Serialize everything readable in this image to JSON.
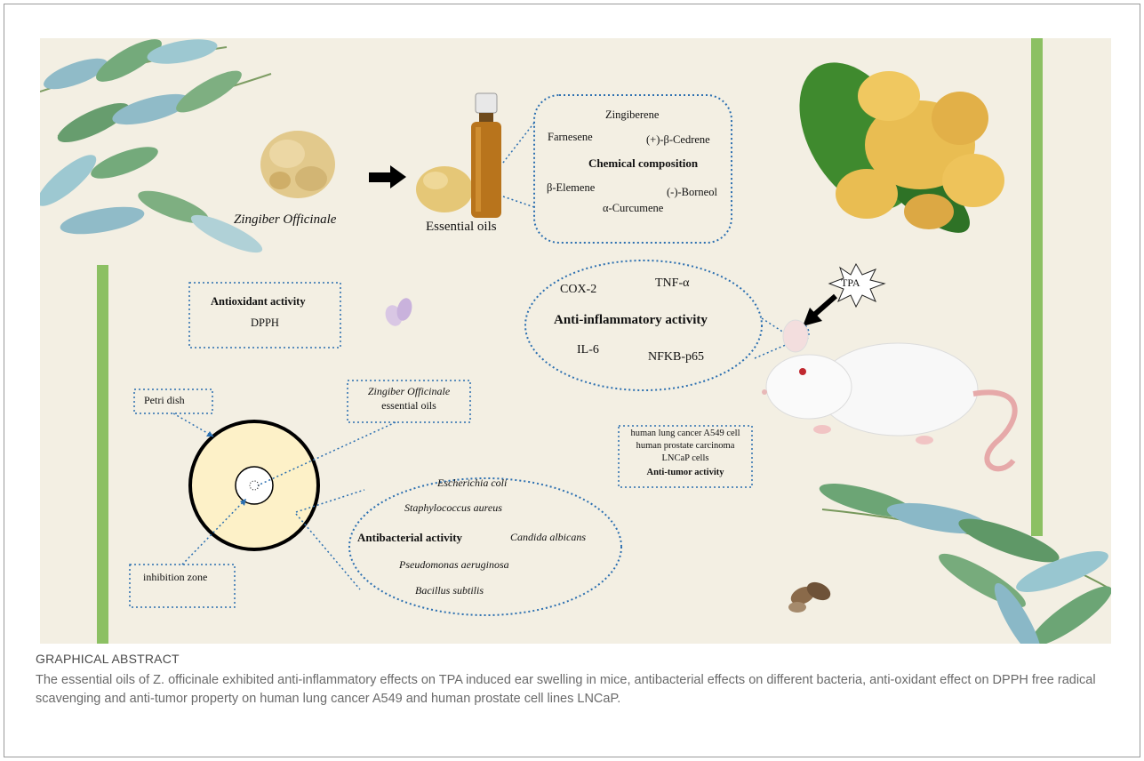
{
  "figure": {
    "source_label": "Zingiber Officinale",
    "product_label": "Essential oils",
    "chemical": {
      "title": "Chemical composition",
      "items": [
        "Zingiberene",
        "Farnesene",
        "(+)-β-Cedrene",
        "β-Elemene",
        "(-)-Borneol",
        "α-Curcumene"
      ]
    },
    "antioxidant": {
      "title": "Antioxidant activity",
      "sub": "DPPH"
    },
    "inflammatory": {
      "title": "Anti-inflammatory activity",
      "items": [
        "COX-2",
        "TNF-α",
        "IL-6",
        "NFKB-p65"
      ],
      "stimulus": "TPA"
    },
    "petri_label": "Petri dish",
    "oil_label": [
      "Zingiber Officinale",
      "essential oils"
    ],
    "zone_label": "inhibition zone",
    "antibacterial": {
      "title": "Antibacterial activity",
      "items": [
        "Escherichia coli",
        "Staphylococcus aureus",
        "Candida albicans",
        "Pseudomonas aeruginosa",
        "Bacillus subtilis"
      ]
    },
    "tumor": {
      "lines": [
        "human lung cancer A549 cell",
        "human prostate carcinoma",
        "LNCaP cells"
      ],
      "title": "Anti-tumor activity"
    }
  },
  "caption": {
    "title": "GRAPHICAL ABSTRACT",
    "text": "The essential oils of Z. officinale exhibited anti-inflammatory effects on TPA induced ear swelling in mice, antibacterial effects on different bacteria, anti-oxidant effect on DPPH free radical scavenging and anti-tumor property on human lung cancer A549 and human prostate cell lines LNCaP."
  },
  "colors": {
    "background": "#f3efe3",
    "green_bar": "#8cc063",
    "dotted_blue": "#2b6fb0",
    "petri_fill": "#fdf1c8"
  }
}
